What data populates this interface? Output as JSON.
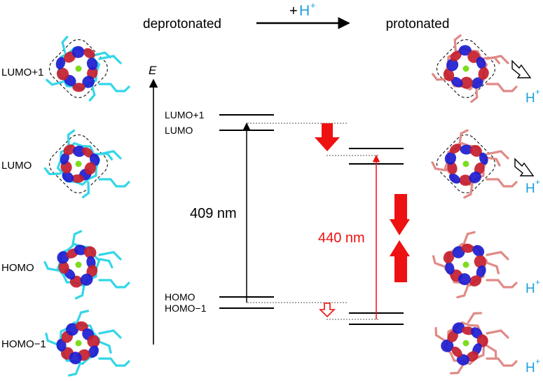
{
  "header": {
    "left_state": "deprotonated",
    "right_state": "protonated",
    "reaction_plus": "+",
    "reaction_h": "H",
    "reaction_sup": "+"
  },
  "axis": {
    "energy_label": "E"
  },
  "left_orbitals": [
    {
      "label": "LUMO+1",
      "dashed_outline": true
    },
    {
      "label": "LUMO",
      "dashed_outline": true
    },
    {
      "label": "HOMO",
      "dashed_outline": false
    },
    {
      "label": "HOMO−1",
      "dashed_outline": false
    }
  ],
  "right_orbitals": [
    {
      "proton": "H",
      "proton_sup": "+",
      "dashed_outline": true,
      "hollow_arrow": true
    },
    {
      "proton": "H",
      "proton_sup": "+",
      "dashed_outline": true,
      "hollow_arrow": true
    },
    {
      "proton": "H",
      "proton_sup": "+",
      "dashed_outline": false,
      "hollow_arrow": false
    },
    {
      "proton": "H",
      "proton_sup": "+",
      "dashed_outline": false,
      "hollow_arrow": false
    }
  ],
  "levels": {
    "left": [
      "LUMO+1",
      "LUMO",
      "HOMO",
      "HOMO−1"
    ]
  },
  "transitions": {
    "deprotonated": "409 nm",
    "protonated": "440 nm"
  },
  "colors": {
    "red": "#ee1111",
    "cyan_text": "#1a9fe0",
    "carbon_cyan": "#33d6e8",
    "carbon_pink": "#e08a86",
    "lobe_red": "#c41e2e",
    "lobe_blue": "#1c1ccf",
    "metal_green": "#7ddc1f"
  }
}
